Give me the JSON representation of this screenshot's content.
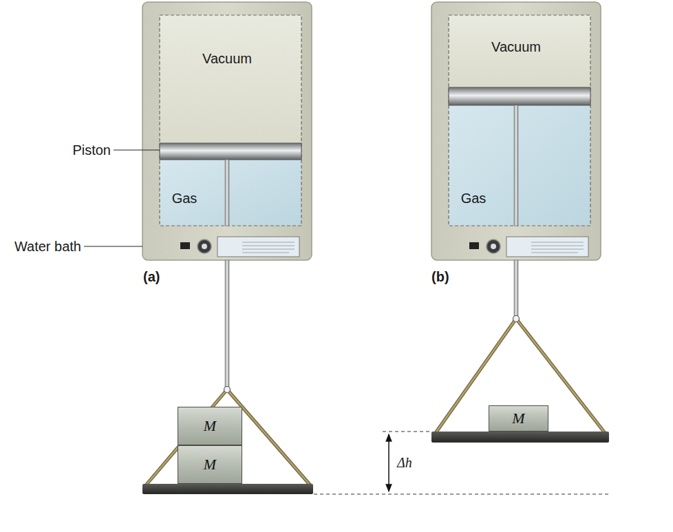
{
  "diagram": {
    "nodes": [
      {
        "text": [
          "M"
        ]
      },
      {
        "text": [
          "M"
        ]
      },
      {
        "text": [
          "M"
        ]
      }
    ],
    "labels": [
      "Vacuum",
      "Piston",
      "Gas",
      "Water bath",
      "(a)",
      "Vacuum",
      "Gas",
      "(b)",
      "Δh"
    ]
  }
}
